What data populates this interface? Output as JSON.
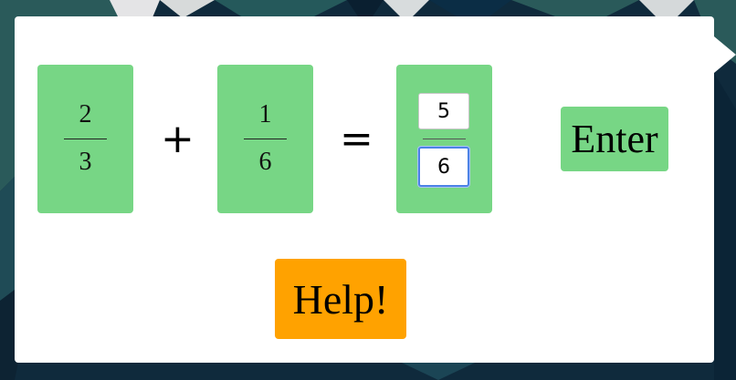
{
  "problem": {
    "fraction1": {
      "numerator": "2",
      "denominator": "3"
    },
    "operator": "+",
    "fraction2": {
      "numerator": "1",
      "denominator": "6"
    },
    "equals": "="
  },
  "answer": {
    "numerator_value": "5",
    "denominator_value": "6"
  },
  "buttons": {
    "enter_label": "Enter",
    "help_label": "Help!"
  },
  "colors": {
    "tile": "#77d685",
    "help": "#ffa200",
    "focus_ring": "#4c82e6"
  }
}
